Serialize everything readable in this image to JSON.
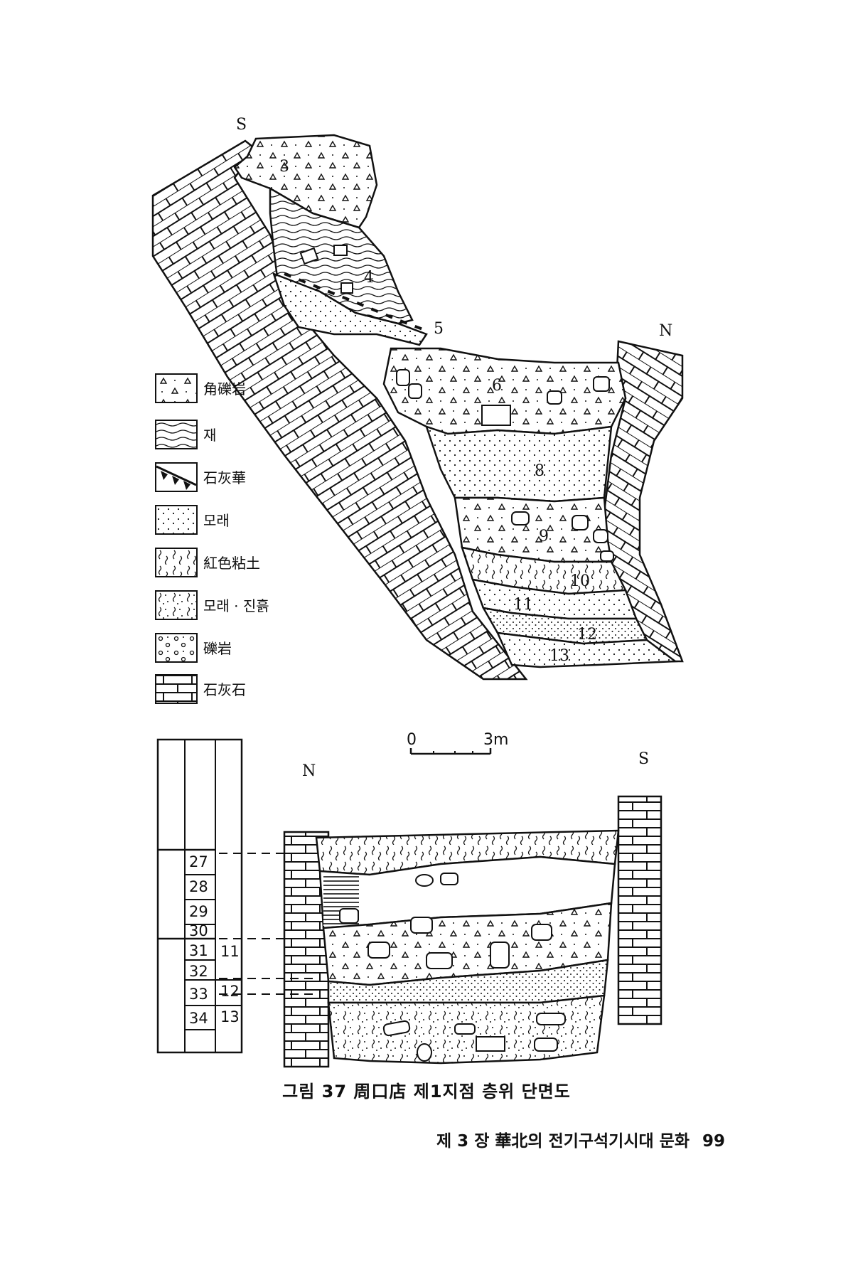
{
  "orientation": {
    "upper_south": "S",
    "upper_north": "N",
    "lower_north": "N",
    "lower_south": "S"
  },
  "upper_section_layers": [
    "3",
    "4",
    "5",
    "6",
    "8",
    "9",
    "10",
    "11",
    "12",
    "13"
  ],
  "legend": [
    {
      "label": "角礫岩",
      "pattern": "triangles"
    },
    {
      "label": "재",
      "pattern": "wavy-lines"
    },
    {
      "label": "石灰華",
      "pattern": "travertine"
    },
    {
      "label": "모래",
      "pattern": "dots"
    },
    {
      "label": "紅色粘土",
      "pattern": "red-clay"
    },
    {
      "label": "모래 · 진흙",
      "pattern": "sand-clay"
    },
    {
      "label": "礫岩",
      "pattern": "circles"
    },
    {
      "label": "石灰石",
      "pattern": "bricks"
    }
  ],
  "scale_bar": {
    "start": "0",
    "end": "3m"
  },
  "column_table": {
    "col2": [
      "27",
      "28",
      "29",
      "30",
      "31",
      "32",
      "33",
      "34"
    ],
    "col3": [
      "11",
      "12",
      "13"
    ]
  },
  "caption": "그림 37  周口店 제1지점 층위 단면도",
  "running_head": {
    "text": "제 3 장  華北의 전기구석기시대 문화",
    "page": "99"
  }
}
